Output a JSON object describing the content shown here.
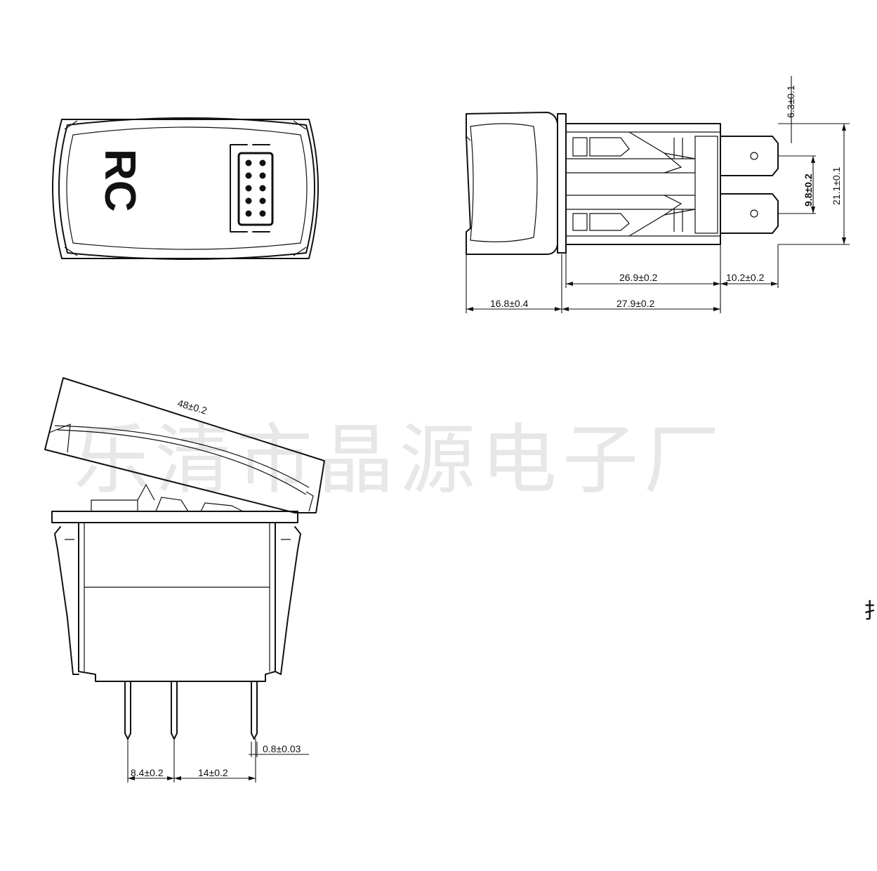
{
  "watermark": "乐清市晶源电子厂",
  "edge_glyph": "扌",
  "logo_text": "RC",
  "dimensions": {
    "top_height": "6.3±0.1",
    "pin_pitch": "9.8±0.2",
    "overall_height": "21.1±0.1",
    "body_length": "26.9±0.2",
    "terminal_length": "10.2±0.2",
    "actuator_depth": "16.8±0.4",
    "housing_length": "27.9±0.2",
    "rocker_length": "48±0.2",
    "pin_thickness": "0.8±0.03",
    "pin_spacing_1": "8.4±0.2",
    "pin_spacing_2": "14±0.2"
  }
}
